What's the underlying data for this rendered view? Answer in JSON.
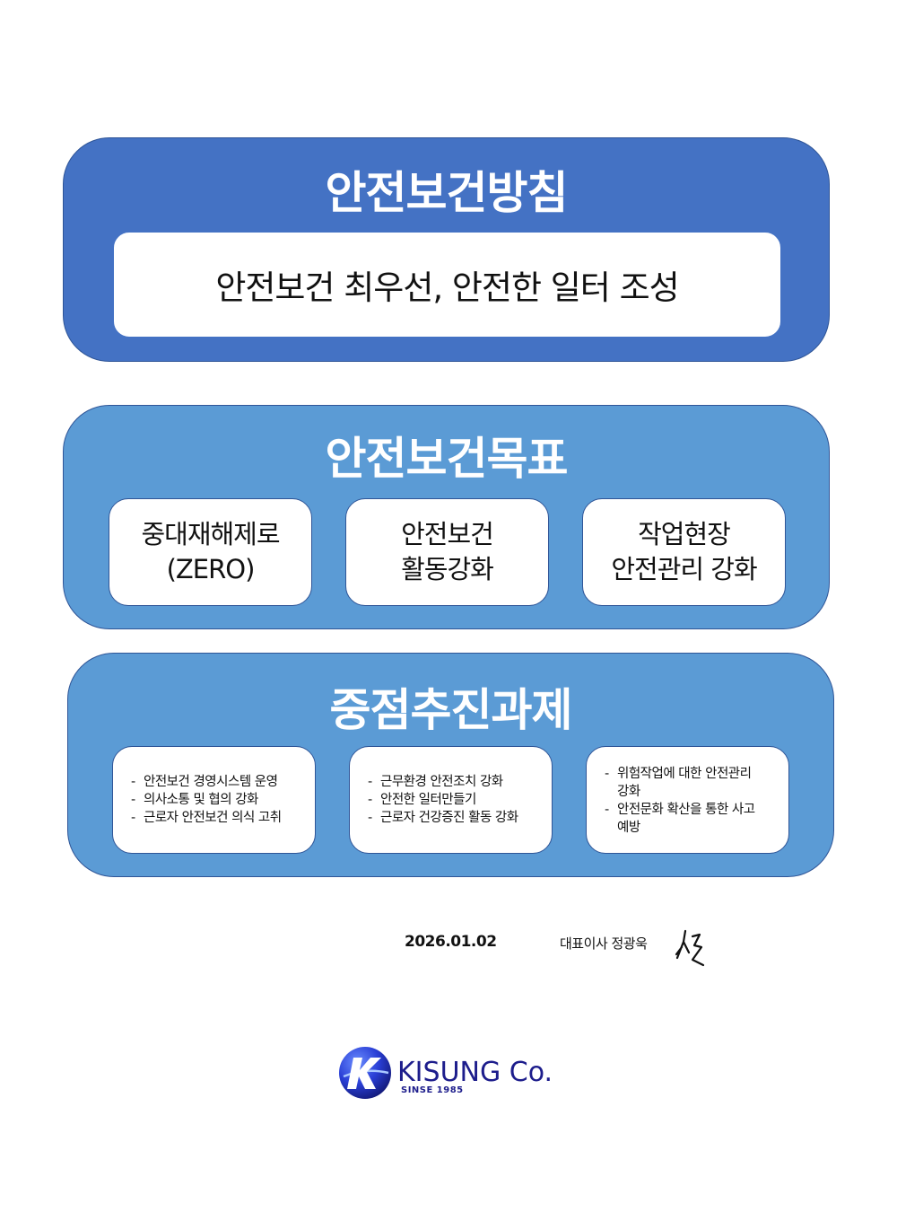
{
  "policy": {
    "title": "안전보건방침",
    "statement": "안전보건 최우선, 안전한 일터 조성"
  },
  "goals": {
    "title": "안전보건목표",
    "items": [
      {
        "label": "중대재해제로\n(ZERO)"
      },
      {
        "label": "안전보건\n활동강화"
      },
      {
        "label": "작업현장\n안전관리 강화"
      }
    ]
  },
  "tasks": {
    "title": "중점추진과제",
    "groups": [
      {
        "items": [
          "안전보건 경영시스템 운영",
          "의사소통 및 협의 강화",
          "근로자 안전보건 의식 고취"
        ]
      },
      {
        "items": [
          "근무환경 안전조치 강화",
          "안전한 일터만들기",
          "근로자 건강증진 활동 강화"
        ]
      },
      {
        "items": [
          "위험작업에 대한 안전관리 강화",
          "안전문화 확산을 통한 사고예방"
        ]
      }
    ]
  },
  "footer": {
    "date": "2026.01.02",
    "signer": "대표이사 정광욱",
    "signature_icon": "handwritten-signature"
  },
  "company": {
    "name": "KISUNG Co.",
    "tagline": "SINSE 1985",
    "logo_icon": "kisung-k-globe-logo"
  },
  "colors": {
    "policy_panel": "#4472C4",
    "goals_panel": "#5B9BD5",
    "tasks_panel": "#5B9BD5",
    "border": "#2F5597",
    "brand": "#1D1D8C"
  }
}
